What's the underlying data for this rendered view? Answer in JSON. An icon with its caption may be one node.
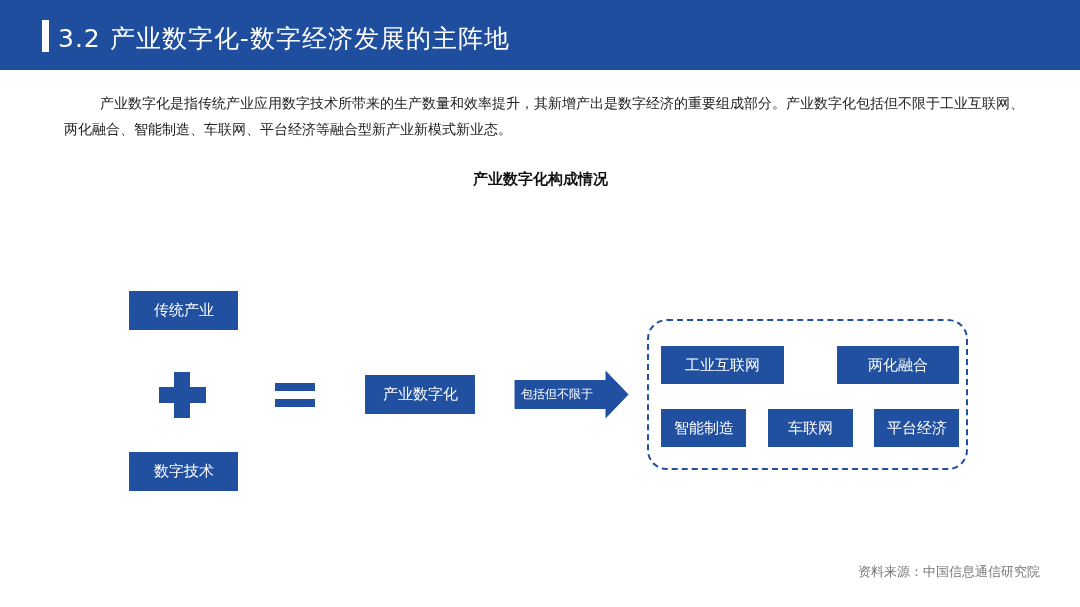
{
  "diagram": {
    "title": "3.2 产业数字化-数字经济发展的主阵地",
    "nodes": [
      {
        "text": [
          "传统产业"
        ]
      },
      {
        "text": [
          "数字技术"
        ]
      },
      {
        "text": [
          "产业数字化"
        ]
      },
      {
        "text": [],
        "shape": "box"
      },
      {
        "text": [
          "工业互联网"
        ],
        "in": 3
      },
      {
        "text": [
          "两化融合"
        ],
        "in": 3
      },
      {
        "text": [
          "智能制造"
        ],
        "in": 3
      },
      {
        "text": [
          "车联网"
        ],
        "in": 3
      },
      {
        "text": [
          "平台经济"
        ],
        "in": 3
      }
    ],
    "edges": [
      {
        "from": 2,
        "to": 3,
        "arrow": "to",
        "label": "包括但不限于"
      }
    ],
    "labels": [
      "产业数字化是指传统产业应用数字技术所带来的生产数量和效率提升，其新增产出是数字经济的重要组成部分。产业数字化包括但不限于工业互联网、两化融合、智能制造、车联网、平台经济等融合型新产业新模式新业态。",
      "产业数字化构成情况"
    ],
    "caption": "资料来源：中国信息通信研究院"
  }
}
